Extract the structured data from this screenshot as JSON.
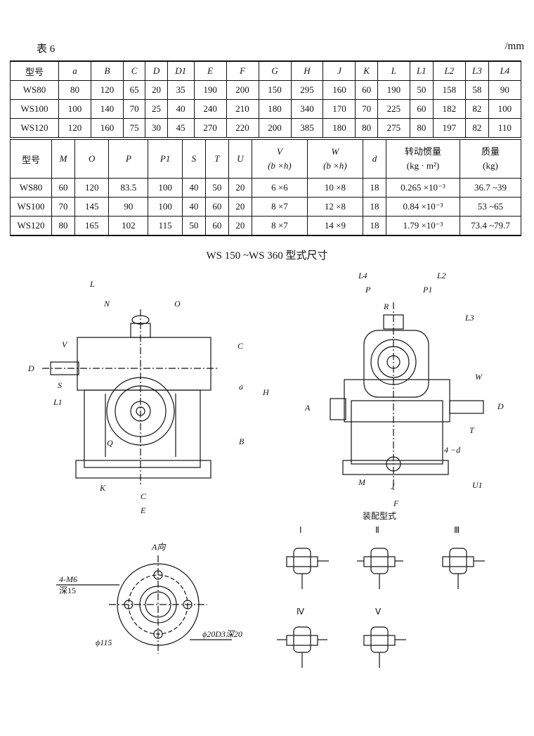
{
  "caption_left": "表 6",
  "caption_right": "/mm",
  "table1": {
    "header": [
      "型号",
      "a",
      "B",
      "C",
      "D",
      "D1",
      "E",
      "F",
      "G",
      "H",
      "J",
      "K",
      "L",
      "L1",
      "L2",
      "L3",
      "L4"
    ],
    "rows": [
      [
        "WS80",
        "80",
        "120",
        "65",
        "20",
        "35",
        "190",
        "200",
        "150",
        "295",
        "160",
        "60",
        "190",
        "50",
        "158",
        "58",
        "90"
      ],
      [
        "WS100",
        "100",
        "140",
        "70",
        "25",
        "40",
        "240",
        "210",
        "180",
        "340",
        "170",
        "70",
        "225",
        "60",
        "182",
        "82",
        "100"
      ],
      [
        "WS120",
        "120",
        "160",
        "75",
        "30",
        "45",
        "270",
        "220",
        "200",
        "385",
        "180",
        "80",
        "275",
        "80",
        "197",
        "82",
        "110"
      ]
    ]
  },
  "table2": {
    "header": [
      "型号",
      "M",
      "O",
      "P",
      "P1",
      "S",
      "T",
      "U",
      "V",
      "W",
      "d",
      "转动惯量",
      "质量"
    ],
    "header_sub": {
      "V": "(b ×h)",
      "W": "(b ×h)",
      "inertia": "(kg · m²)",
      "mass": "(kg)"
    },
    "rows": [
      [
        "WS80",
        "60",
        "120",
        "83.5",
        "100",
        "40",
        "50",
        "20",
        "6 ×6",
        "10 ×8",
        "18",
        "0.265 ×10⁻³",
        "36.7 ~39"
      ],
      [
        "WS100",
        "70",
        "145",
        "90",
        "100",
        "40",
        "60",
        "20",
        "8 ×7",
        "12 ×8",
        "18",
        "0.84 ×10⁻³",
        "53 ~65"
      ],
      [
        "WS120",
        "80",
        "165",
        "102",
        "115",
        "50",
        "60",
        "20",
        "8 ×7",
        "14 ×9",
        "18",
        "1.79 ×10⁻³",
        "73.4 ~79.7"
      ]
    ]
  },
  "section_title": "WS 150 ~WS 360 型式尺寸",
  "drawing_labels": {
    "front": [
      "L",
      "N",
      "O",
      "V",
      "C",
      "D",
      "S",
      "L1",
      "a",
      "H",
      "Q",
      "B",
      "K",
      "C",
      "E"
    ],
    "side": [
      "L4",
      "L2",
      "P",
      "P1",
      "R",
      "L3",
      "W",
      "A",
      "D",
      "T",
      "4 −d",
      "M",
      "J",
      "U1",
      "F"
    ],
    "assembly_title": "装配型式",
    "assembly": [
      "Ⅰ",
      "Ⅱ",
      "Ⅲ",
      "Ⅳ",
      "Ⅴ"
    ],
    "flange_title": "A向",
    "flange_note1": "4-M6",
    "flange_note2": "深15",
    "flange_dia": "ϕ115",
    "flange_bore": "ϕ20D3深20"
  }
}
